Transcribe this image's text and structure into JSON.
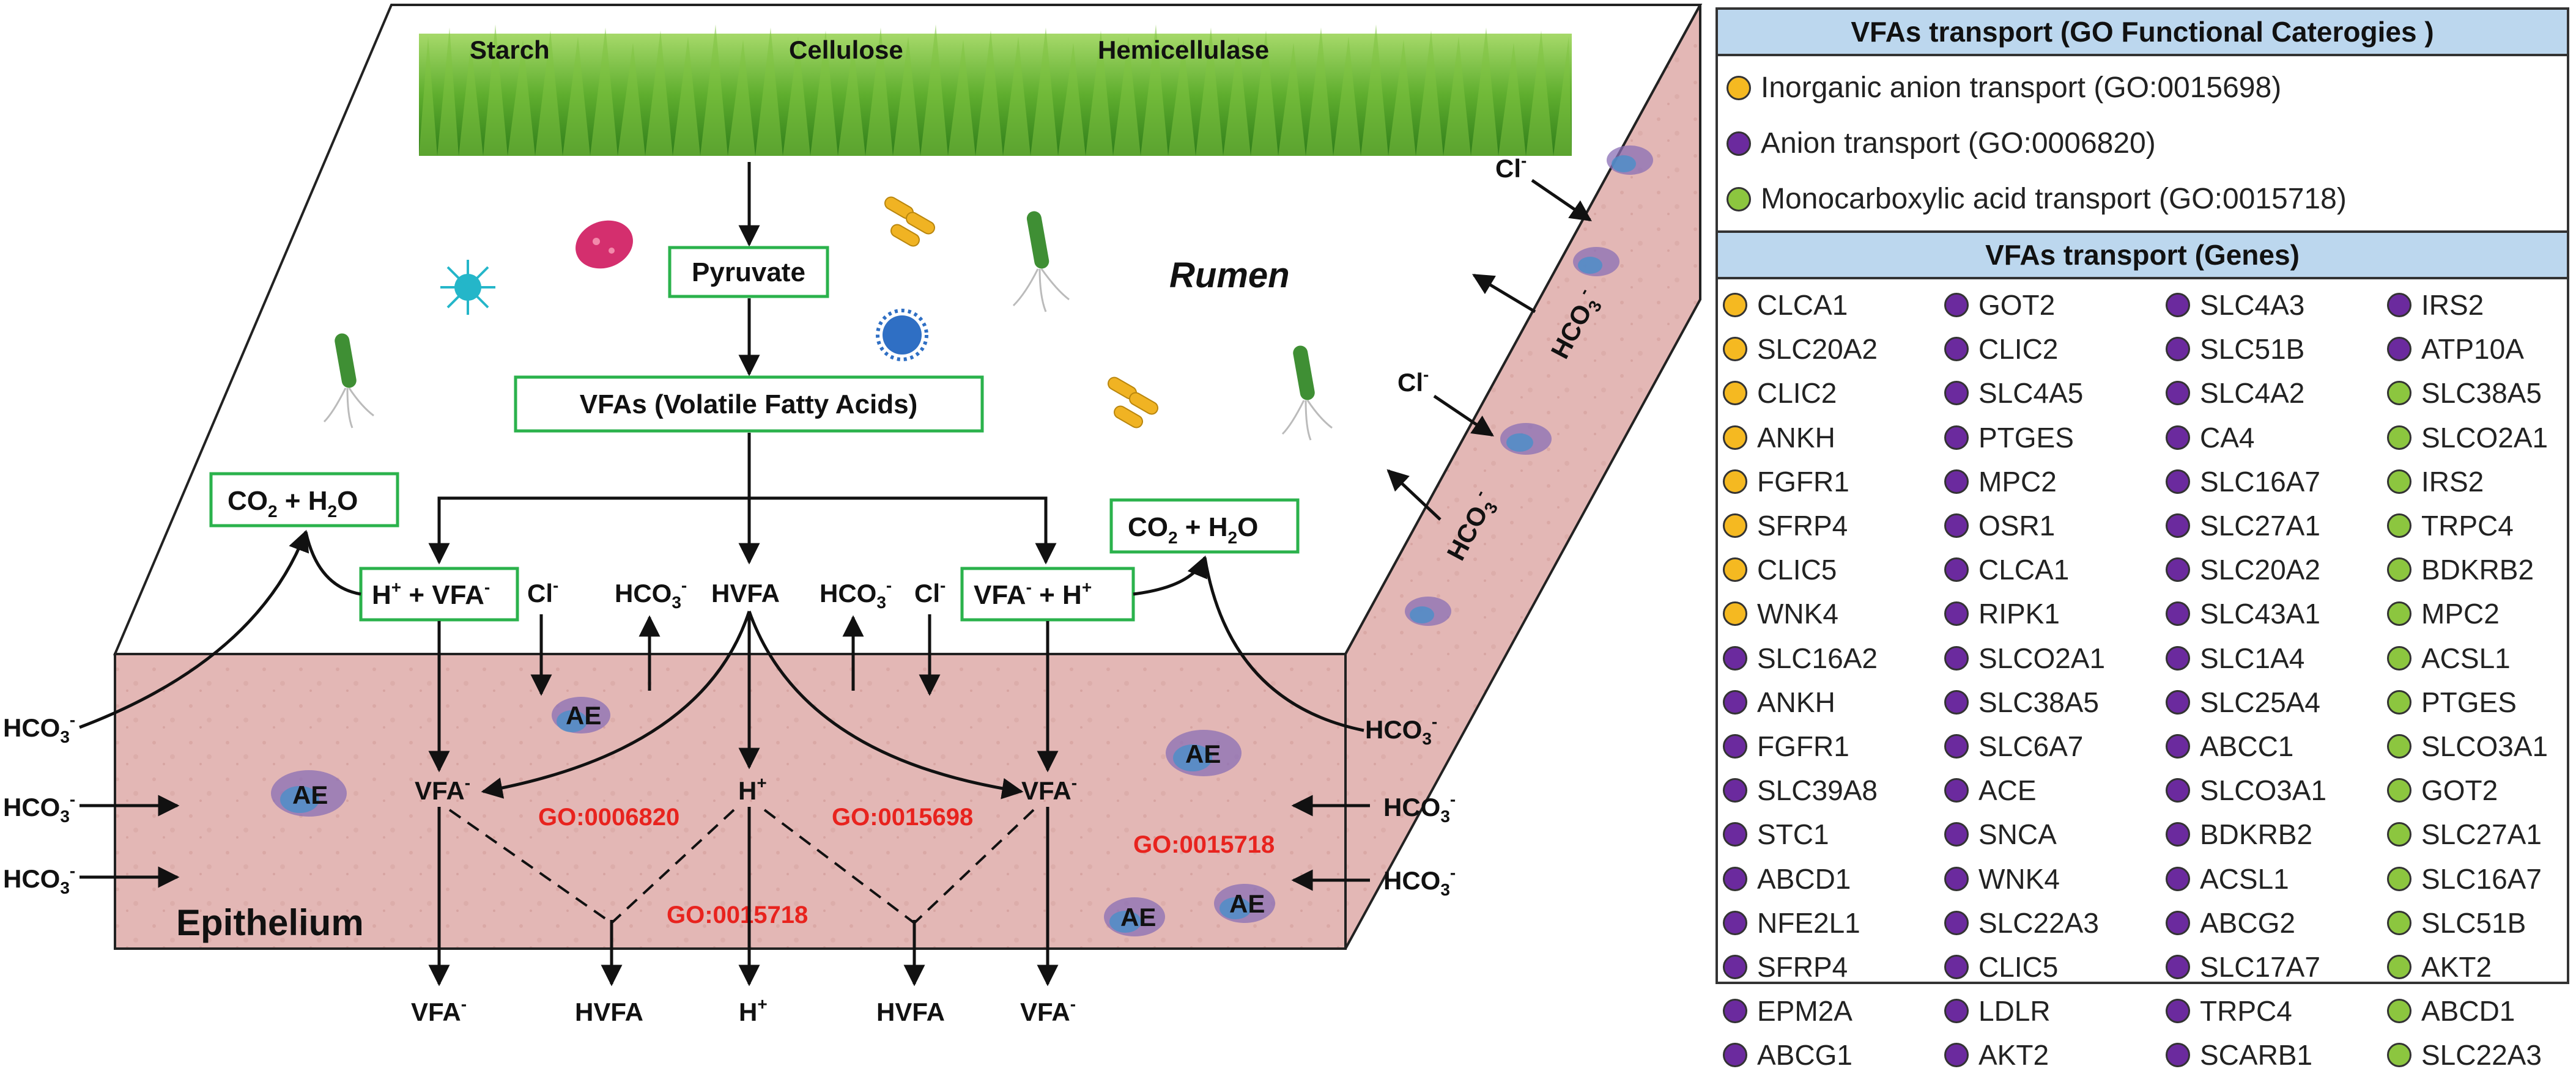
{
  "diagram": {
    "substrates": [
      "Starch",
      "Cellulose",
      "Hemicellulase"
    ],
    "pyruvate": "Pyruvate",
    "vfas": "VFAs (Volatile Fatty Acids)",
    "rumen": "Rumen",
    "epithelium": "Epithelium",
    "co2_left": "CO",
    "co2_right": "CO",
    "h2o": "H",
    "hvfa_center": "HVFA",
    "ae": "AE",
    "go_labels": [
      "GO:0006820",
      "GO:0015698",
      "GO:0015718",
      "GO:0015718"
    ],
    "bottom_products": [
      "VFA",
      "HVFA",
      "H",
      "HVFA",
      "VFA"
    ]
  },
  "colors": {
    "inorganic": "#f5b921",
    "anion": "#6b2a9e",
    "monocarboxylic": "#8cc63f",
    "header_bg": "#bcd7ee",
    "epithelium": "#e3b7b5",
    "go_red": "#e8231e",
    "box_green": "#2bb24c"
  },
  "legend": {
    "title1": "VFAs transport (GO Functional Caterogies )",
    "categories": [
      {
        "label": "Inorganic anion transport (GO:0015698)",
        "color": "#f5b921"
      },
      {
        "label": "Anion transport (GO:0006820)",
        "color": "#6b2a9e"
      },
      {
        "label": "Monocarboxylic acid transport  (GO:0015718)",
        "color": "#8cc63f"
      }
    ],
    "title2": "VFAs transport (Genes)",
    "columns": [
      [
        {
          "name": "CLCA1",
          "c": "y"
        },
        {
          "name": "SLC20A2",
          "c": "y"
        },
        {
          "name": "CLIC2",
          "c": "y"
        },
        {
          "name": "ANKH",
          "c": "y"
        },
        {
          "name": "FGFR1",
          "c": "y"
        },
        {
          "name": "SFRP4",
          "c": "y"
        },
        {
          "name": "CLIC5",
          "c": "y"
        },
        {
          "name": "WNK4",
          "c": "y"
        },
        {
          "name": "SLC16A2",
          "c": "p"
        },
        {
          "name": "ANKH",
          "c": "p"
        },
        {
          "name": "FGFR1",
          "c": "p"
        },
        {
          "name": "SLC39A8",
          "c": "p"
        },
        {
          "name": "STC1",
          "c": "p"
        },
        {
          "name": "ABCD1",
          "c": "p"
        },
        {
          "name": "NFE2L1",
          "c": "p"
        },
        {
          "name": "SFRP4",
          "c": "p"
        },
        {
          "name": "EPM2A",
          "c": "p"
        },
        {
          "name": "ABCG1",
          "c": "p"
        }
      ],
      [
        {
          "name": "GOT2",
          "c": "p"
        },
        {
          "name": "CLIC2",
          "c": "p"
        },
        {
          "name": "SLC4A5",
          "c": "p"
        },
        {
          "name": "PTGES",
          "c": "p"
        },
        {
          "name": "MPC2",
          "c": "p"
        },
        {
          "name": "OSR1",
          "c": "p"
        },
        {
          "name": "CLCA1",
          "c": "p"
        },
        {
          "name": "RIPK1",
          "c": "p"
        },
        {
          "name": "SLCO2A1",
          "c": "p"
        },
        {
          "name": "SLC38A5",
          "c": "p"
        },
        {
          "name": "SLC6A7",
          "c": "p"
        },
        {
          "name": "ACE",
          "c": "p"
        },
        {
          "name": "SNCA",
          "c": "p"
        },
        {
          "name": "WNK4",
          "c": "p"
        },
        {
          "name": "SLC22A3",
          "c": "p"
        },
        {
          "name": "CLIC5",
          "c": "p"
        },
        {
          "name": "LDLR",
          "c": "p"
        },
        {
          "name": "AKT2",
          "c": "p"
        }
      ],
      [
        {
          "name": "SLC4A3",
          "c": "p"
        },
        {
          "name": "SLC51B",
          "c": "p"
        },
        {
          "name": "SLC4A2",
          "c": "p"
        },
        {
          "name": "CA4",
          "c": "p"
        },
        {
          "name": "SLC16A7",
          "c": "p"
        },
        {
          "name": "SLC27A1",
          "c": "p"
        },
        {
          "name": "SLC20A2",
          "c": "p"
        },
        {
          "name": "SLC43A1",
          "c": "p"
        },
        {
          "name": "SLC1A4",
          "c": "p"
        },
        {
          "name": "SLC25A4",
          "c": "p"
        },
        {
          "name": "ABCC1",
          "c": "p"
        },
        {
          "name": "SLCO3A1",
          "c": "p"
        },
        {
          "name": "BDKRB2",
          "c": "p"
        },
        {
          "name": "ACSL1",
          "c": "p"
        },
        {
          "name": "ABCG2",
          "c": "p"
        },
        {
          "name": "SLC17A7",
          "c": "p"
        },
        {
          "name": "TRPC4",
          "c": "p"
        },
        {
          "name": "SCARB1",
          "c": "p"
        }
      ],
      [
        {
          "name": "IRS2",
          "c": "p"
        },
        {
          "name": "ATP10A",
          "c": "p"
        },
        {
          "name": "SLC38A5",
          "c": "g"
        },
        {
          "name": "SLCO2A1",
          "c": "g"
        },
        {
          "name": "IRS2",
          "c": "g"
        },
        {
          "name": "TRPC4",
          "c": "g"
        },
        {
          "name": "BDKRB2",
          "c": "g"
        },
        {
          "name": "MPC2",
          "c": "g"
        },
        {
          "name": "ACSL1",
          "c": "g"
        },
        {
          "name": "PTGES",
          "c": "g"
        },
        {
          "name": "SLCO3A1",
          "c": "g"
        },
        {
          "name": "GOT2",
          "c": "g"
        },
        {
          "name": "SLC27A1",
          "c": "g"
        },
        {
          "name": "SLC16A7",
          "c": "g"
        },
        {
          "name": "SLC51B",
          "c": "g"
        },
        {
          "name": "AKT2",
          "c": "g"
        },
        {
          "name": "ABCD1",
          "c": "g"
        },
        {
          "name": "SLC22A3",
          "c": "g"
        }
      ]
    ]
  }
}
